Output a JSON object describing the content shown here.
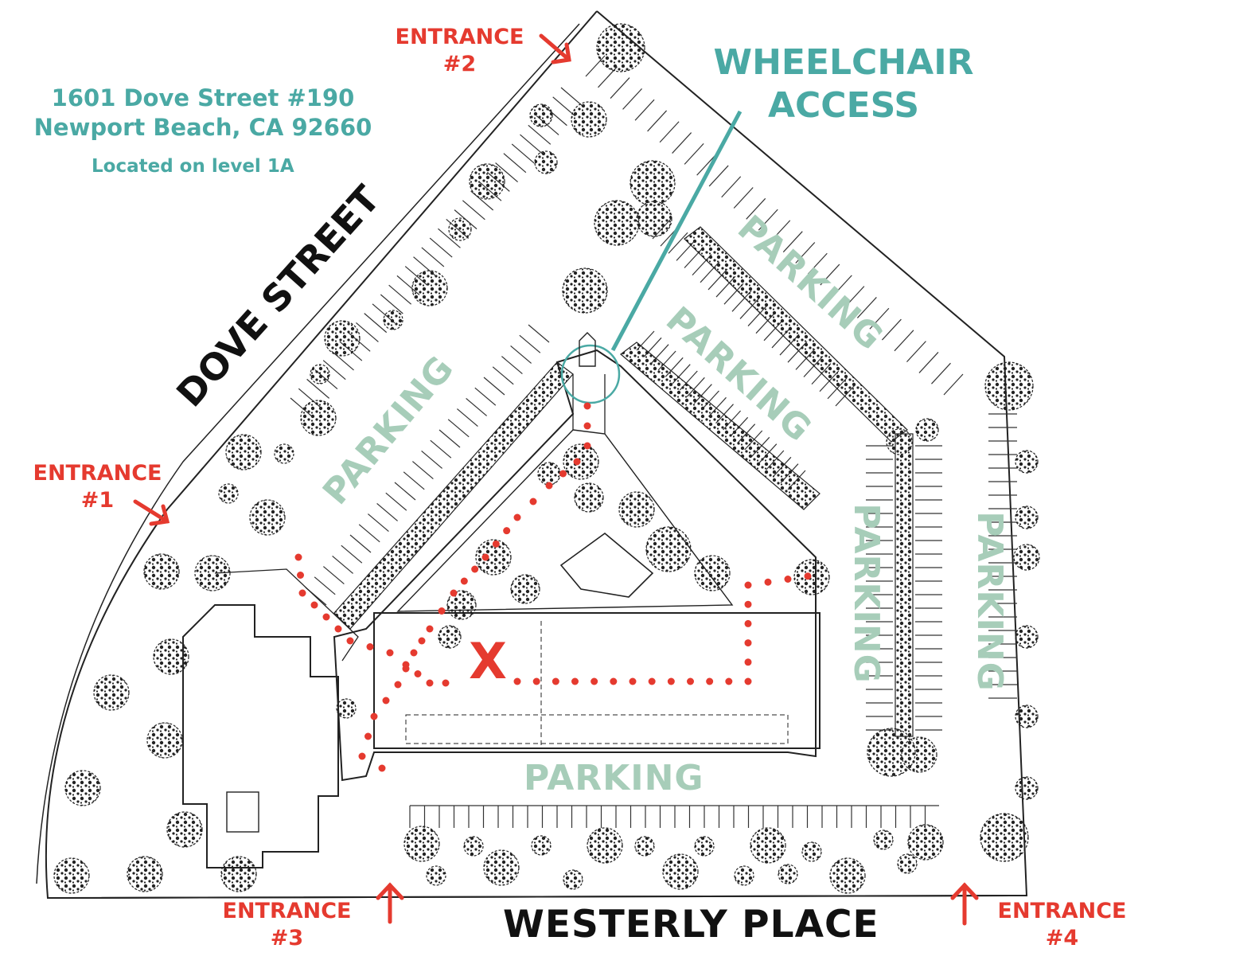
{
  "address": {
    "line1": "1601 Dove Street #190",
    "line2": "Newport Beach, CA 92660",
    "level": "Located on level 1A"
  },
  "streets": {
    "dove": "DOVE STREET",
    "westerly": "WESTERLY PLACE"
  },
  "wheelchair": {
    "line1": "WHEELCHAIR",
    "line2": "ACCESS"
  },
  "entrances": [
    {
      "label": "ENTRANCE",
      "number": "#1"
    },
    {
      "label": "ENTRANCE",
      "number": "#2"
    },
    {
      "label": "ENTRANCE",
      "number": "#3"
    },
    {
      "label": "ENTRANCE",
      "number": "#4"
    }
  ],
  "parking_label": "PARKING",
  "destination_marker": "X",
  "colors": {
    "teal": "#4aa9a4",
    "red": "#e53a2f",
    "parking": "#a7cdb9",
    "ink": "#111111"
  }
}
